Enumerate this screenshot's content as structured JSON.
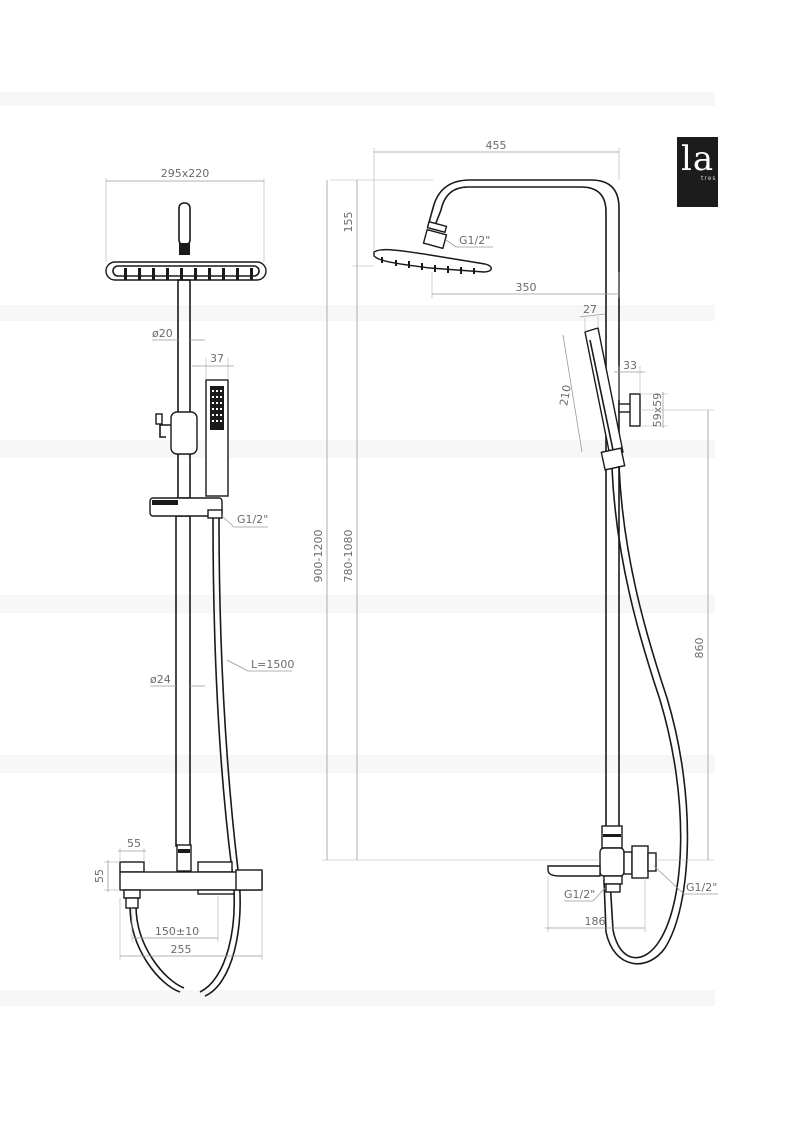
{
  "brand": {
    "mark": "la",
    "sub": "tres"
  },
  "front_view": {
    "head_size": "295x220",
    "pipe_top_diameter": "ø20",
    "handshower_width": "37",
    "holder_thread": "G1/2\"",
    "hose_length": "L=1500",
    "pipe_bottom_diameter": "ø24",
    "valve_width": "55",
    "valve_height": "55",
    "inlet_spacing": "150±10",
    "mixer_width": "255"
  },
  "side_view": {
    "arm_reach": "455",
    "head_drop": "155",
    "head_thread": "G1/2\"",
    "head_offset": "350",
    "handshower_depth": "27",
    "handshower_length": "210",
    "bracket_depth": "33",
    "bracket_size": "59x59",
    "total_height": "900-1200",
    "head_height": "780-1080",
    "bracket_height": "860",
    "spout_thread": "G1/2\"",
    "inlet_thread": "G1/2\"",
    "spout_length": "186"
  }
}
